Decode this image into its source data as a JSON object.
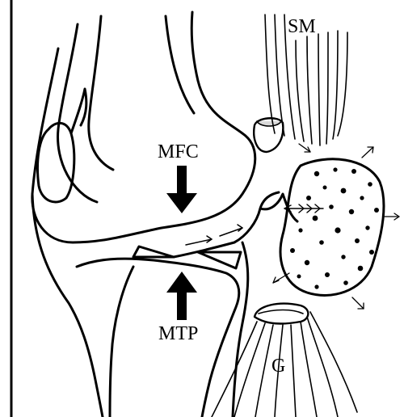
{
  "diagram": {
    "labels": {
      "sm": "SM",
      "mfc": "MFC",
      "mtp": "MTP",
      "g": "G"
    },
    "colors": {
      "ink": "#000000",
      "paper": "#ffffff"
    }
  }
}
